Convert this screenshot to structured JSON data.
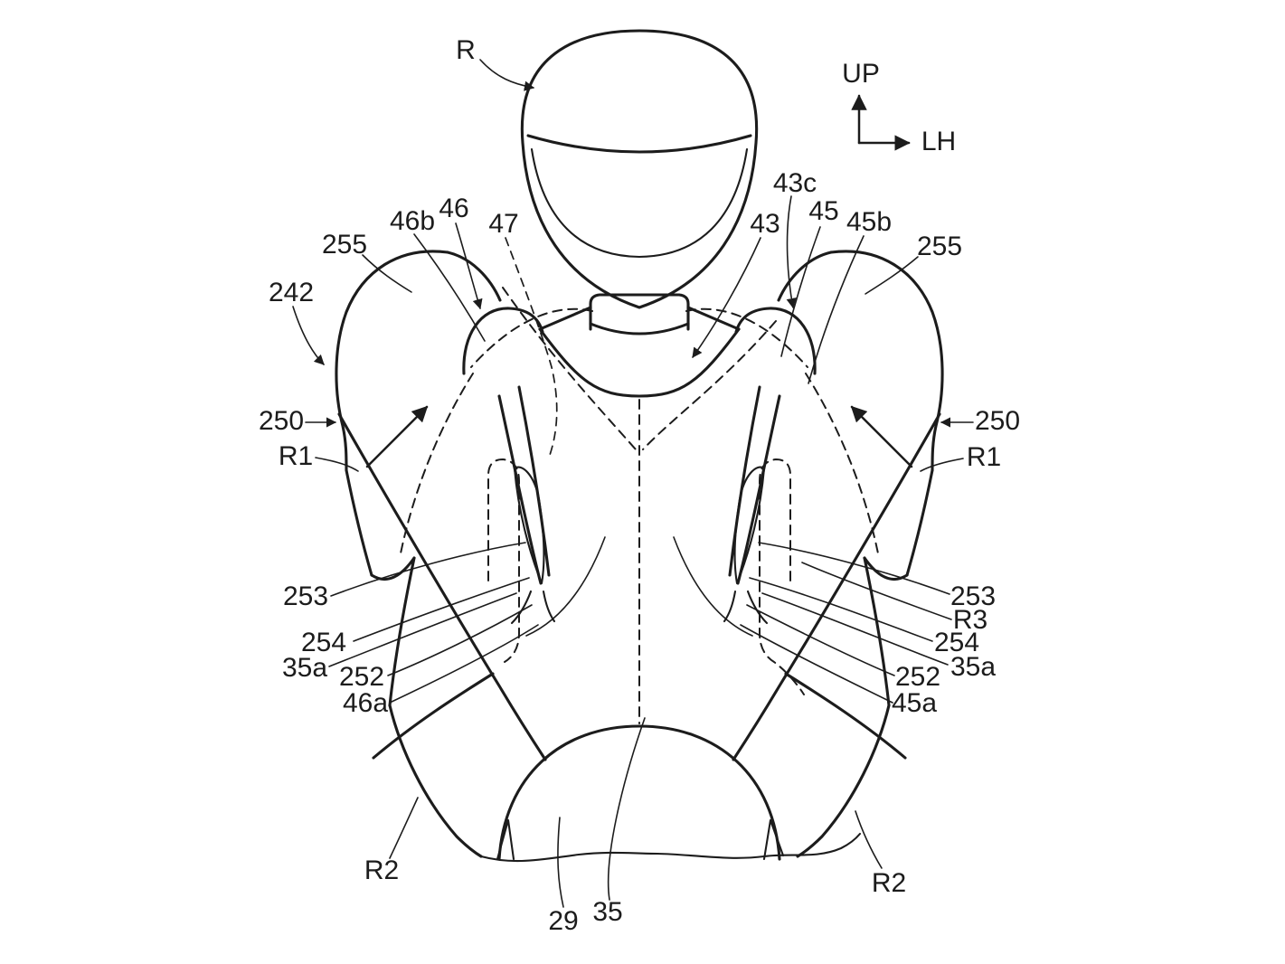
{
  "figure": {
    "type": "patent-line-drawing",
    "subject": "rear view of rider with shoulder airbag assemblies",
    "colors": {
      "ink": "#1c1c1c",
      "background": "#ffffff"
    },
    "axis": {
      "up": "UP",
      "lh": "LH"
    },
    "labels": [
      {
        "id": "ref-r",
        "text": "R"
      },
      {
        "id": "axis-up",
        "text": "UP"
      },
      {
        "id": "axis-lh",
        "text": "LH"
      },
      {
        "id": "ref-46b",
        "text": "46b"
      },
      {
        "id": "ref-46",
        "text": "46"
      },
      {
        "id": "ref-47",
        "text": "47"
      },
      {
        "id": "ref-255-left",
        "text": "255"
      },
      {
        "id": "ref-242",
        "text": "242"
      },
      {
        "id": "ref-43c",
        "text": "43c"
      },
      {
        "id": "ref-43",
        "text": "43"
      },
      {
        "id": "ref-45",
        "text": "45"
      },
      {
        "id": "ref-45b",
        "text": "45b"
      },
      {
        "id": "ref-255-right",
        "text": "255"
      },
      {
        "id": "ref-250-left",
        "text": "250"
      },
      {
        "id": "ref-r1-left",
        "text": "R1"
      },
      {
        "id": "ref-250-right",
        "text": "250"
      },
      {
        "id": "ref-r1-right",
        "text": "R1"
      },
      {
        "id": "ref-253-left",
        "text": "253"
      },
      {
        "id": "ref-254-left",
        "text": "254"
      },
      {
        "id": "ref-35a-left",
        "text": "35a"
      },
      {
        "id": "ref-252-left",
        "text": "252"
      },
      {
        "id": "ref-46a-left",
        "text": "46a"
      },
      {
        "id": "ref-253-right",
        "text": "253"
      },
      {
        "id": "ref-r3",
        "text": "R3"
      },
      {
        "id": "ref-254-right",
        "text": "254"
      },
      {
        "id": "ref-35a-right",
        "text": "35a"
      },
      {
        "id": "ref-252-right",
        "text": "252"
      },
      {
        "id": "ref-45a-right",
        "text": "45a"
      },
      {
        "id": "ref-r2-left",
        "text": "R2"
      },
      {
        "id": "ref-r2-right",
        "text": "R2"
      },
      {
        "id": "ref-29",
        "text": "29"
      },
      {
        "id": "ref-35",
        "text": "35"
      }
    ]
  }
}
